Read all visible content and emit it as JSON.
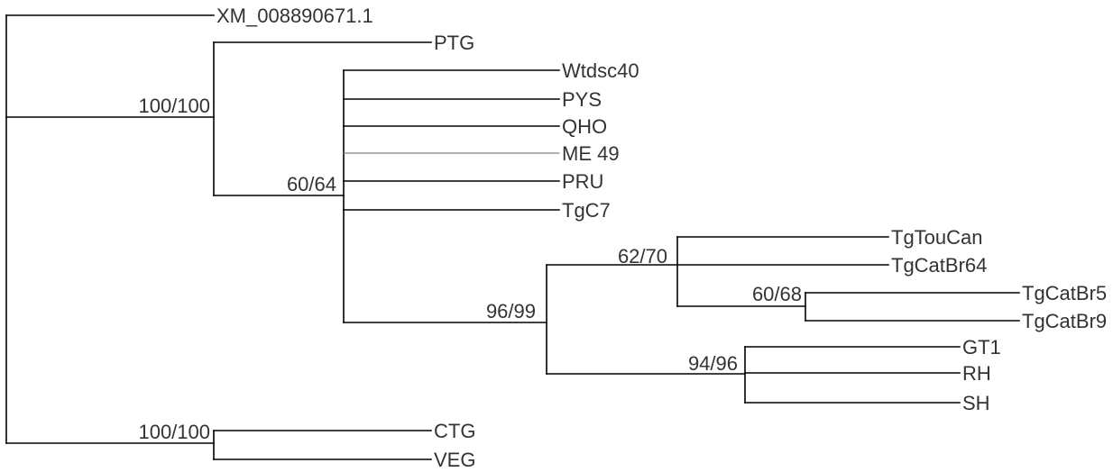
{
  "style": {
    "line_color": "#000000",
    "text_color": "#333333"
  },
  "tree": {
    "children": [
      {
        "name": "XM_008890671.1"
      },
      {
        "support": "100/100",
        "children": [
          {
            "name": "PTG"
          },
          {
            "support": "60/64",
            "children": [
              {
                "name": "Wtdsc40"
              },
              {
                "name": "PYS"
              },
              {
                "name": "QHO"
              },
              {
                "name": "ME 49"
              },
              {
                "name": "PRU"
              },
              {
                "name": "TgC7"
              },
              {
                "support": "96/99",
                "children": [
                  {
                    "support": "62/70",
                    "children": [
                      {
                        "name": "TgTouCan"
                      },
                      {
                        "name": "TgCatBr64"
                      },
                      {
                        "support": "60/68",
                        "children": [
                          {
                            "name": "TgCatBr5"
                          },
                          {
                            "name": "TgCatBr9"
                          }
                        ]
                      }
                    ]
                  },
                  {
                    "support": "94/96",
                    "children": [
                      {
                        "name": "GT1"
                      },
                      {
                        "name": "RH"
                      },
                      {
                        "name": "SH"
                      }
                    ]
                  }
                ]
              }
            ]
          }
        ]
      },
      {
        "support": "100/100",
        "children": [
          {
            "name": "CTG"
          },
          {
            "name": "VEG"
          }
        ]
      }
    ]
  }
}
